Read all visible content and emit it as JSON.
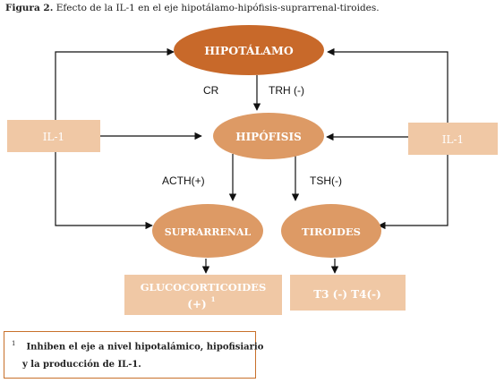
{
  "caption": {
    "label": "Figura 2.",
    "text": "Efecto de la IL-1 en el eje hipotálamo-hipófisis-suprarrenal-tiroides."
  },
  "nodes": {
    "hipotalamo": "HIPOTÁLAMO",
    "hipofisis": "HIPÓFISIS",
    "suprarrenal": "SUPRARRENAL",
    "tiroides": "TIROIDES",
    "il1_left": "IL-1",
    "il1_right": "IL-1",
    "glucocorticoides": "GLUCOCORTICOIDES",
    "glucocorticoides_effect": "(+)",
    "glucocorticoides_note": "1",
    "t3t4": "T3 (-) T4(-)"
  },
  "edge_labels": {
    "cr": "CR",
    "trh": "TRH (-)",
    "acth": "ACTH(+)",
    "tsh": "TSH(-)"
  },
  "footnote": {
    "marker": "1",
    "line1": "Inhiben el eje a nivel hipotalámico, hipofisiario",
    "line2": "y la producción de IL-1."
  },
  "colors": {
    "ellipse_dark": "#c8692a",
    "ellipse_light": "#dd9a65",
    "box_fill": "#f0c8a5",
    "border": "#c8702a"
  }
}
